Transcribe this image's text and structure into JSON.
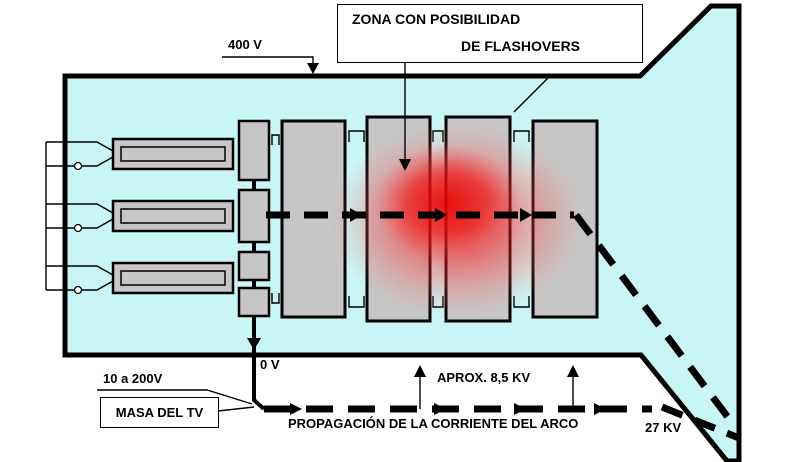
{
  "diagram": {
    "zona_box": {
      "line1": "ZONA CON POSIBILIDAD",
      "line2": "DE FLASHOVERS"
    },
    "labels": {
      "voltage_400": "400 V",
      "voltage_10_200": "10 a 200V",
      "masa_tv": "MASA DEL TV",
      "voltage_0": "0 V",
      "aprox_85kv": "APROX. 8,5 KV",
      "propagacion": "PROPAGACIÓN DE LA CORRIENTE DEL ARCO",
      "kv_27": "27 KV"
    },
    "colors": {
      "tube_fill": "#c9f5f5",
      "block_fill": "#c6c6c6",
      "outline": "#000000",
      "flashover": "#ff0000",
      "background": "#ffffff"
    }
  }
}
